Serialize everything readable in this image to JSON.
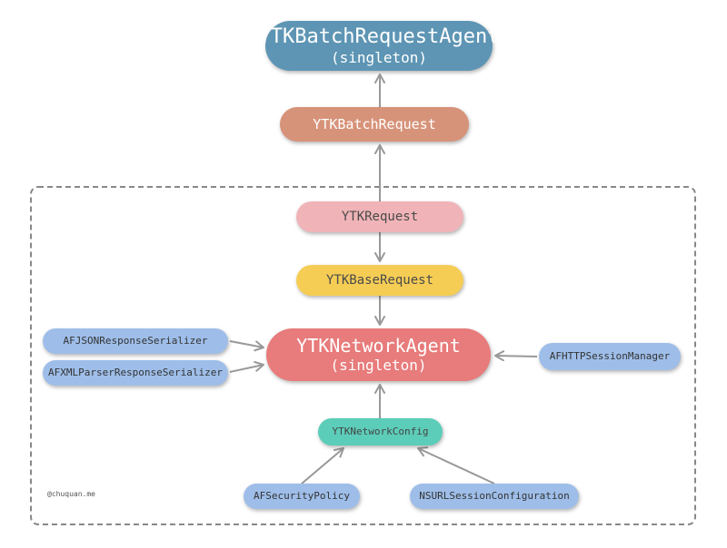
{
  "nodes": {
    "batch_agent": {
      "title": "YTKBatchRequestAgent",
      "subtitle": "(singleton)"
    },
    "batch_request": {
      "title": "YTKBatchRequest"
    },
    "request": {
      "title": "YTKRequest"
    },
    "base_request": {
      "title": "YTKBaseRequest"
    },
    "network_agent": {
      "title": "YTKNetworkAgent",
      "subtitle": "(singleton)"
    },
    "network_config": {
      "title": "YTKNetworkConfig"
    },
    "json_serializer": {
      "title": "AFJSONResponseSerializer"
    },
    "xml_serializer": {
      "title": "AFXMLParserResponseSerializer"
    },
    "http_manager": {
      "title": "AFHTTPSessionManager"
    },
    "security_policy": {
      "title": "AFSecurityPolicy"
    },
    "session_config": {
      "title": "NSURLSessionConfiguration"
    }
  },
  "credit": "@chuquan.me",
  "colors": {
    "batch_agent": "#5e95b4",
    "batch_request": "#d7937a",
    "request": "#f0b4b8",
    "base_request": "#f5cd55",
    "network_agent": "#e87b7b",
    "network_config": "#5ccdb9",
    "af_nodes": "#9ebee9",
    "arrow": "#999999",
    "group_border": "#888888"
  },
  "edges": [
    {
      "from": "batch_request",
      "to": "batch_agent"
    },
    {
      "from": "request",
      "to": "batch_request"
    },
    {
      "from": "request",
      "to": "base_request"
    },
    {
      "from": "base_request",
      "to": "network_agent"
    },
    {
      "from": "json_serializer",
      "to": "network_agent"
    },
    {
      "from": "xml_serializer",
      "to": "network_agent"
    },
    {
      "from": "http_manager",
      "to": "network_agent"
    },
    {
      "from": "network_config",
      "to": "network_agent"
    },
    {
      "from": "security_policy",
      "to": "network_config"
    },
    {
      "from": "session_config",
      "to": "network_config"
    }
  ]
}
